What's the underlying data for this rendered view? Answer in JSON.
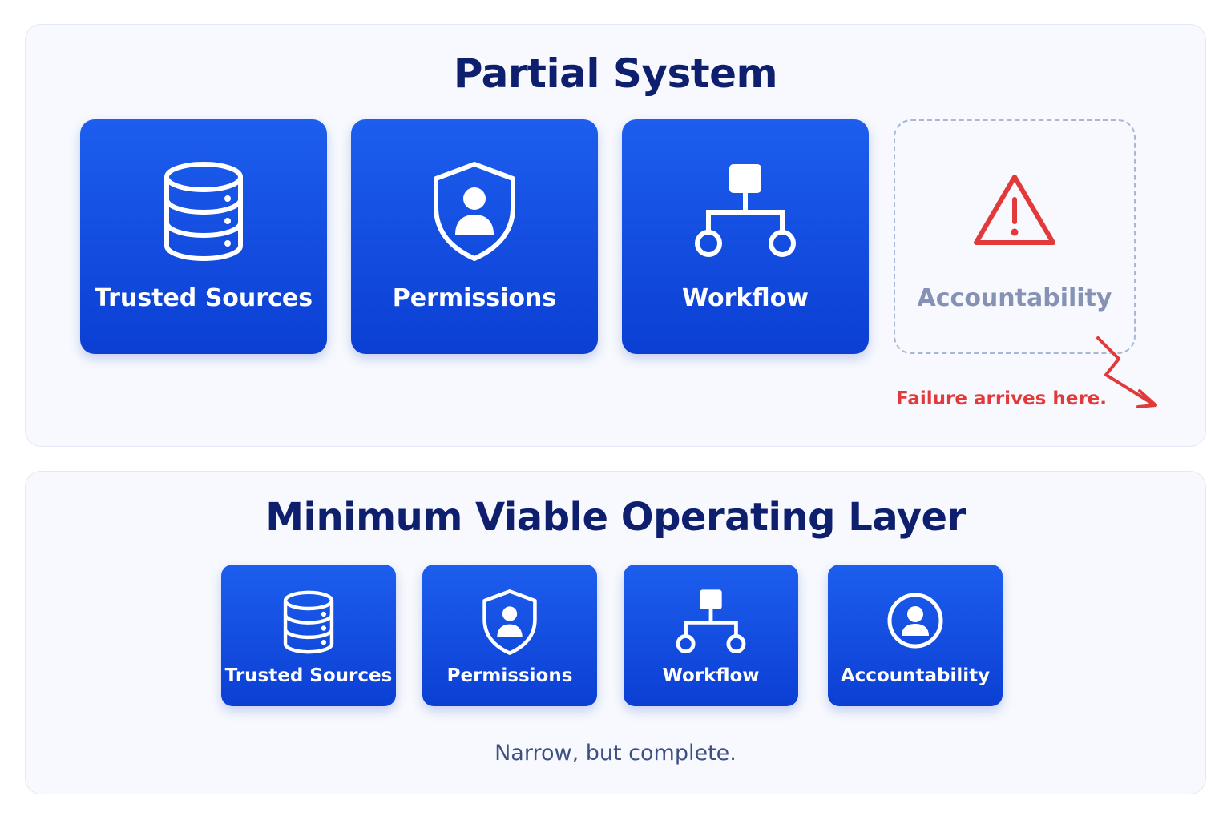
{
  "top": {
    "title": "Partial System",
    "cards": [
      {
        "label": "Trusted Sources",
        "icon": "database-icon"
      },
      {
        "label": "Permissions",
        "icon": "shield-user-icon"
      },
      {
        "label": "Workflow",
        "icon": "workflow-tree-icon"
      }
    ],
    "missing": {
      "label": "Accountability",
      "icon": "warning-triangle-icon"
    },
    "failure_note": "Failure arrives here."
  },
  "bottom": {
    "title": "Minimum Viable Operating Layer",
    "cards": [
      {
        "label": "Trusted Sources",
        "icon": "database-icon"
      },
      {
        "label": "Permissions",
        "icon": "shield-user-icon"
      },
      {
        "label": "Workflow",
        "icon": "workflow-tree-icon"
      },
      {
        "label": "Accountability",
        "icon": "user-circle-icon"
      }
    ],
    "caption": "Narrow, but complete."
  },
  "colors": {
    "card_blue": "#1a56e8",
    "title_navy": "#0e1f6e",
    "failure_red": "#e23a3a",
    "ghost_gray": "#8592b4"
  }
}
